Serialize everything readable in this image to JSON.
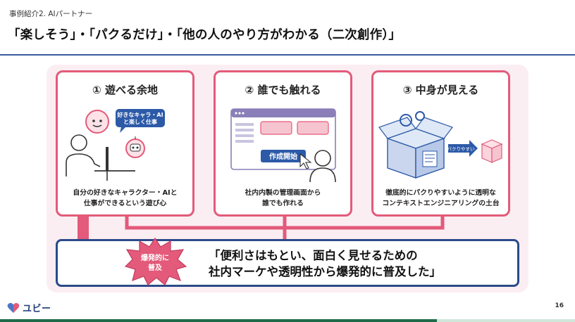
{
  "header": {
    "breadcrumb": "事例紹介2. AIパートナー",
    "title": "「楽しそう」・「パクるだけ」・「他の人のやり方がわかる（二次創作）」"
  },
  "cards": [
    {
      "title": "① 遊べる余地",
      "bubble_line1": "好きなキャラ・AI",
      "bubble_line2": "と楽しく仕事",
      "caption_line1": "自分の好きなキャラクター・AIと",
      "caption_line2": "仕事ができるという遊び心"
    },
    {
      "title": "② 誰でも触れる",
      "button_label": "作成開始",
      "caption_line1": "社内内製の管理画面から",
      "caption_line2": "誰でも作れる"
    },
    {
      "title": "③ 中身が見える",
      "arrow_label": "パクりやすい",
      "caption_line1": "徹底的にパクりやすいように透明な",
      "caption_line2": "コンテキストエンジニアリングの土台"
    }
  ],
  "burst": {
    "line1": "爆発的に",
    "line2": "普及"
  },
  "quote": {
    "line1": "「便利さはもとい、面白く見せるための",
    "line2": "社内マーケや透明性から爆発的に普及した」"
  },
  "footer": {
    "logo_text": "ユビー",
    "page_number": "16"
  },
  "colors": {
    "accent_pink": "#e35a7a",
    "navy": "#2c4a8a",
    "panel_bg": "#fbeef2"
  }
}
